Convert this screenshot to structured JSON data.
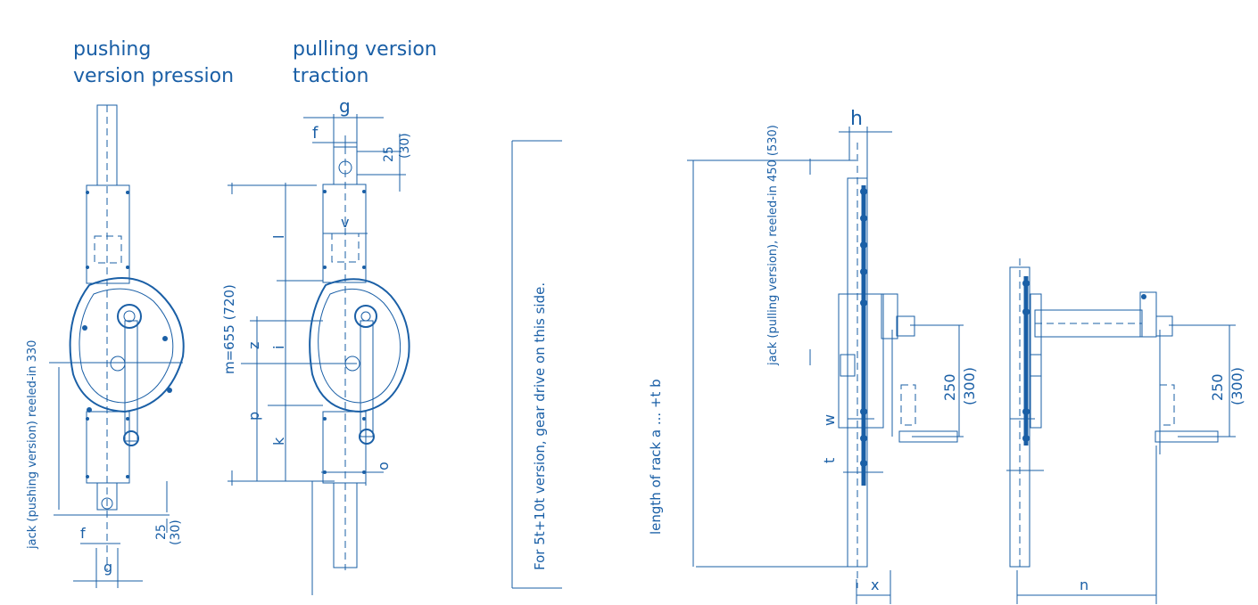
{
  "headings": {
    "pushing_line1": "pushing",
    "pushing_line2": "version pression",
    "pulling_line1": "pulling version",
    "pulling_line2": "traction"
  },
  "side_notes": {
    "pushing_retracted": "jack (pushing version) reeled-in 330",
    "pulling_dim": "m=655 (720)",
    "gear_note": "For 5t+10t version, gear drive on this side.",
    "rack_length": "length of rack a ... +t b",
    "pulling_retracted": "jack (pulling version), reeled-in 450 (530)"
  },
  "dimension_letters": {
    "g_top": "g",
    "f_top": "f",
    "v": "v",
    "l": "l",
    "z": "z",
    "i": "i",
    "p": "p",
    "k": "k",
    "o": "o",
    "f_bottom": "f",
    "g_bottom": "g",
    "h": "h",
    "w": "w",
    "t": "t",
    "x": "x",
    "n": "n"
  },
  "dimension_values": {
    "top_25": "25",
    "top_30": "(30)",
    "bottom_25": "25",
    "bottom_30": "(30)",
    "side1_250": "250",
    "side1_300": "(300)",
    "side2_250": "250",
    "side2_300": "(300)"
  },
  "colors": {
    "line": "#1a5fa6",
    "background": "#ffffff"
  }
}
